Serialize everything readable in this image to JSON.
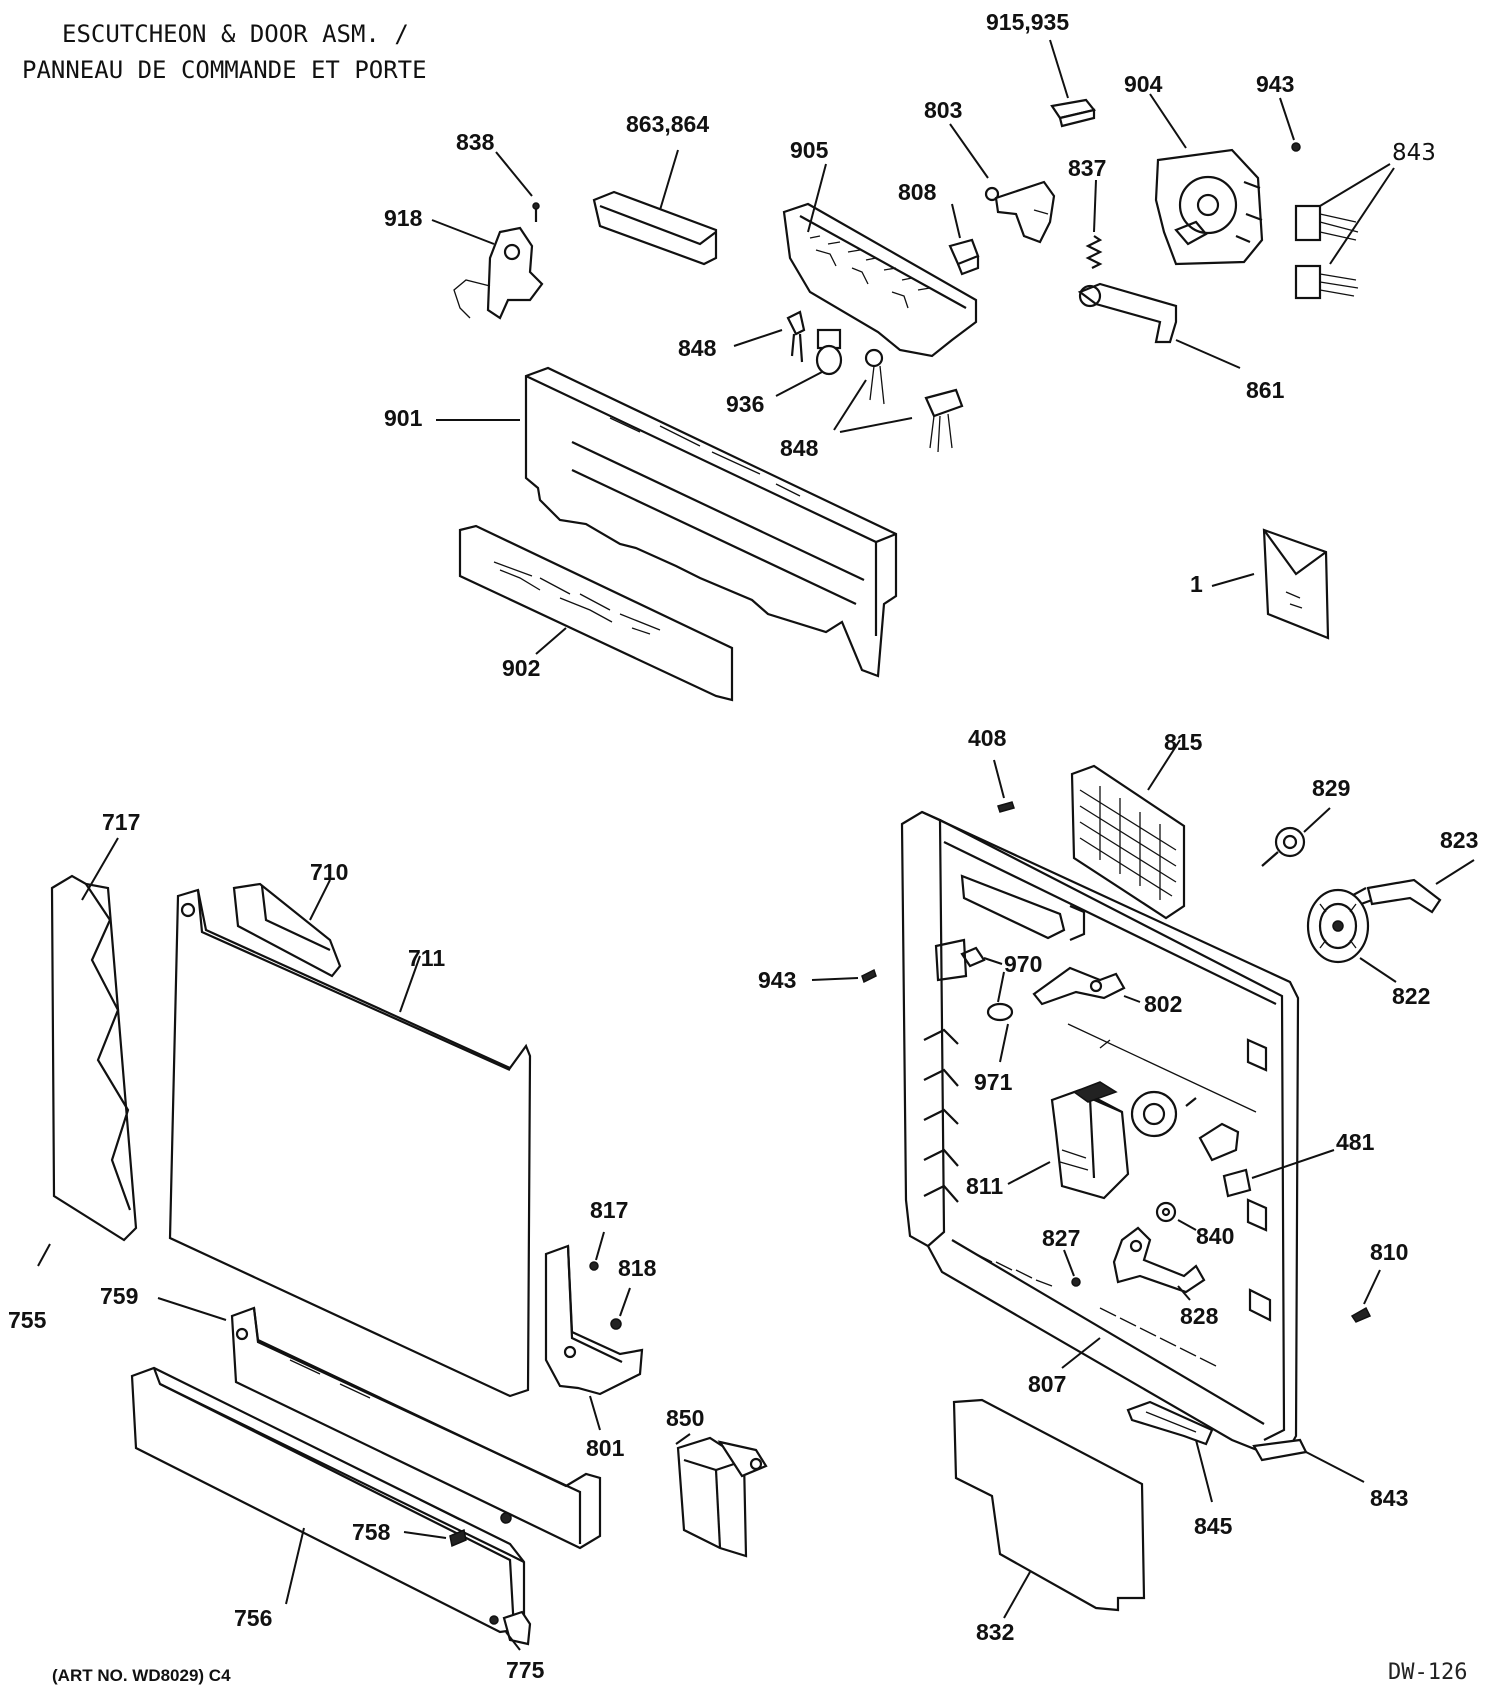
{
  "header": {
    "title_line1": "ESCUTCHEON & DOOR ASM. /",
    "title_line2": "PANNEAU DE COMMANDE ET PORTE"
  },
  "footer": {
    "art_number": "(ART NO. WD8029) C4",
    "diagram_code": "DW-126"
  },
  "part_labels": {
    "p915_935": "915,935",
    "p904": "904",
    "p943_top": "943",
    "p843_top": "843",
    "p803": "803",
    "p837": "837",
    "p838": "838",
    "p863_864": "863,864",
    "p905": "905",
    "p808": "808",
    "p918": "918",
    "p848_a": "848",
    "p936": "936",
    "p848_b": "848",
    "p861": "861",
    "p901": "901",
    "p902": "902",
    "p1": "1",
    "p408": "408",
    "p815": "815",
    "p829": "829",
    "p823": "823",
    "p822": "822",
    "p717": "717",
    "p710": "710",
    "p711": "711",
    "p943_mid": "943",
    "p970": "970",
    "p802": "802",
    "p971": "971",
    "p481": "481",
    "p811": "811",
    "p817": "817",
    "p818": "818",
    "p827": "827",
    "p840": "840",
    "p810": "810",
    "p755": "755",
    "p759": "759",
    "p828": "828",
    "p807": "807",
    "p801": "801",
    "p850": "850",
    "p758_a": "758",
    "p756": "756",
    "p843_bot": "843",
    "p845": "845",
    "p832": "832",
    "p775": "775"
  }
}
